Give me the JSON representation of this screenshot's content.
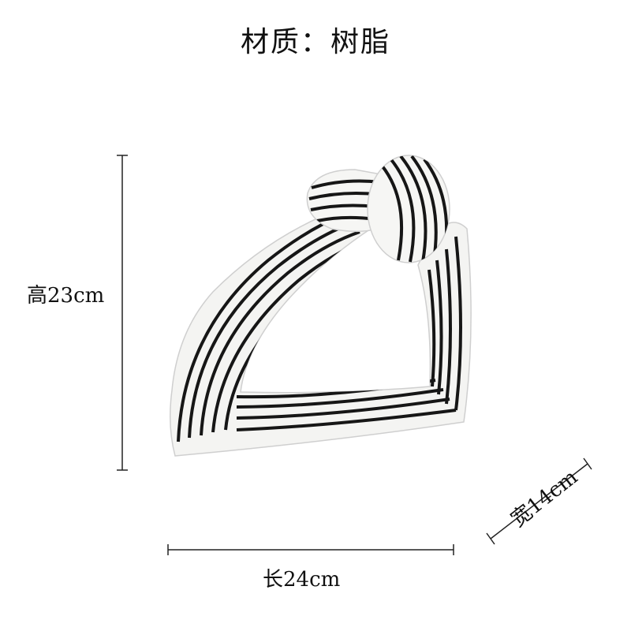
{
  "title": "材质：树脂",
  "dimensions": {
    "height": "高23cm",
    "length": "长24cm",
    "width": "宽14cm"
  }
}
